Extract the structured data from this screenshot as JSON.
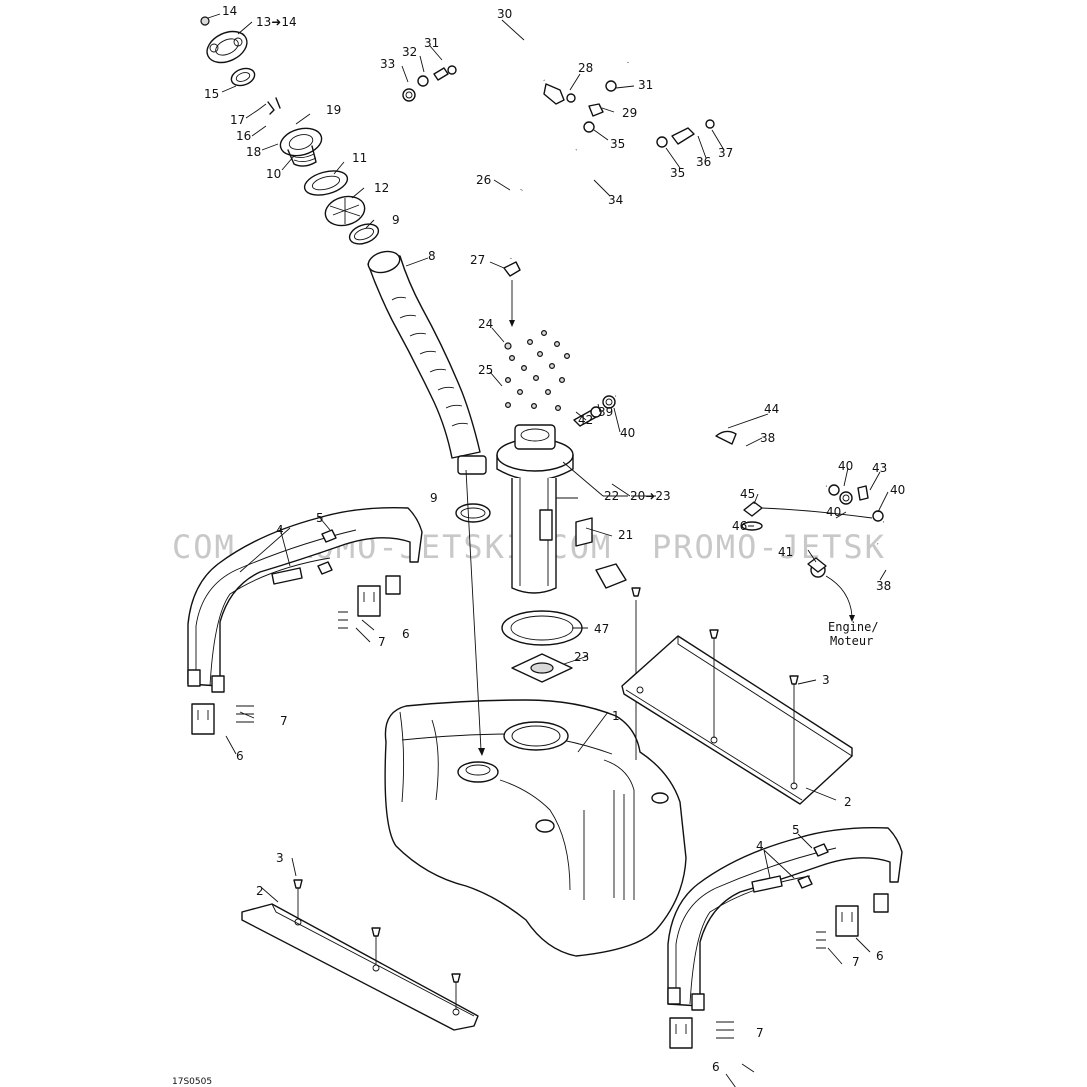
{
  "diagram": {
    "watermark_left": "COM",
    "watermark_mid": "PROMO-JETSKI.COM",
    "watermark_right": "PROMO-JETSK",
    "drawing_ref": "17S0505",
    "engine_label_line1": "Engine/",
    "engine_label_line2": "Moteur",
    "callouts": [
      {
        "id": "c14a",
        "text": "14"
      },
      {
        "id": "c13",
        "text": "13➜14"
      },
      {
        "id": "c15",
        "text": "15"
      },
      {
        "id": "c17",
        "text": "17"
      },
      {
        "id": "c16",
        "text": "16"
      },
      {
        "id": "c18",
        "text": "18"
      },
      {
        "id": "c19",
        "text": "19"
      },
      {
        "id": "c10",
        "text": "10"
      },
      {
        "id": "c11",
        "text": "11"
      },
      {
        "id": "c12",
        "text": "12"
      },
      {
        "id": "c9a",
        "text": "9"
      },
      {
        "id": "c8",
        "text": "8"
      },
      {
        "id": "c30",
        "text": "30"
      },
      {
        "id": "c31a",
        "text": "31"
      },
      {
        "id": "c32",
        "text": "32"
      },
      {
        "id": "c33",
        "text": "33"
      },
      {
        "id": "c28",
        "text": "28"
      },
      {
        "id": "c31b",
        "text": "31"
      },
      {
        "id": "c29",
        "text": "29"
      },
      {
        "id": "c35a",
        "text": "35"
      },
      {
        "id": "c37",
        "text": "37"
      },
      {
        "id": "c36",
        "text": "36"
      },
      {
        "id": "c35b",
        "text": "35"
      },
      {
        "id": "c34",
        "text": "34"
      },
      {
        "id": "c26",
        "text": "26"
      },
      {
        "id": "c27",
        "text": "27"
      },
      {
        "id": "c24",
        "text": "24"
      },
      {
        "id": "c25",
        "text": "25"
      },
      {
        "id": "c42",
        "text": "42"
      },
      {
        "id": "c39",
        "text": "39"
      },
      {
        "id": "c40a",
        "text": "40"
      },
      {
        "id": "c44",
        "text": "44"
      },
      {
        "id": "c38a",
        "text": "38"
      },
      {
        "id": "c40b",
        "text": "40"
      },
      {
        "id": "c43",
        "text": "43"
      },
      {
        "id": "c40c",
        "text": "40"
      },
      {
        "id": "c45",
        "text": "45"
      },
      {
        "id": "c46",
        "text": "46"
      },
      {
        "id": "c40d",
        "text": "40"
      },
      {
        "id": "c41",
        "text": "41"
      },
      {
        "id": "c38b",
        "text": "38"
      },
      {
        "id": "c22",
        "text": "22"
      },
      {
        "id": "c20",
        "text": "20➜23"
      },
      {
        "id": "c21",
        "text": "21"
      },
      {
        "id": "c9b",
        "text": "9"
      },
      {
        "id": "c5a",
        "text": "5"
      },
      {
        "id": "c4a",
        "text": "4"
      },
      {
        "id": "c6a",
        "text": "6"
      },
      {
        "id": "c7a",
        "text": "7"
      },
      {
        "id": "c7b",
        "text": "7"
      },
      {
        "id": "c6b",
        "text": "6"
      },
      {
        "id": "c47",
        "text": "47"
      },
      {
        "id": "c23",
        "text": "23"
      },
      {
        "id": "c3a",
        "text": "3"
      },
      {
        "id": "c1",
        "text": "1"
      },
      {
        "id": "c2a",
        "text": "2"
      },
      {
        "id": "c3b",
        "text": "3"
      },
      {
        "id": "c2b",
        "text": "2"
      },
      {
        "id": "c5b",
        "text": "5"
      },
      {
        "id": "c4b",
        "text": "4"
      },
      {
        "id": "c7c",
        "text": "7"
      },
      {
        "id": "c6c",
        "text": "6"
      },
      {
        "id": "c7d",
        "text": "7"
      },
      {
        "id": "c6d",
        "text": "6"
      }
    ]
  }
}
